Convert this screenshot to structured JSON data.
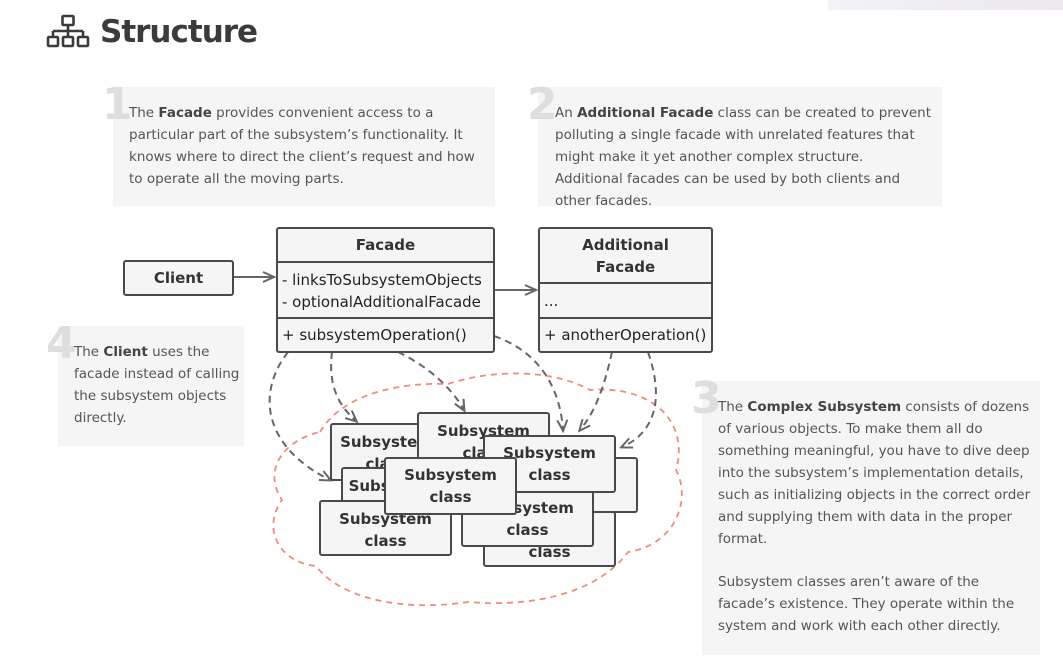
{
  "page": {
    "heading": "Structure"
  },
  "notes": [
    {
      "number": "1",
      "before": "The ",
      "bold": "Facade",
      "after": " provides convenient access to a particular part of the subsystem’s functionality. It knows where to direct the client’s request and how to operate all the moving parts."
    },
    {
      "number": "2",
      "before": "An ",
      "bold": "Additional Facade",
      "after": " class can be created to prevent polluting a single facade with unrelated features that might make it yet another complex structure. Additional facades can be used by both clients and other facades."
    },
    {
      "number": "3",
      "before": "The ",
      "bold": "Complex Subsystem",
      "after": " consists of dozens of various objects. To make them all do something meaningful, you have to dive deep into the subsystem’s implementation details, such as initializing objects in the correct order and supplying them with data in the proper format.",
      "second_paragraph": "Subsystem classes aren’t aware of the facade’s existence. They operate within the system and work with each other directly."
    },
    {
      "number": "4",
      "before": "The ",
      "bold": "Client",
      "after": " uses the facade instead of calling the subsystem objects directly."
    }
  ],
  "diagram": {
    "client": {
      "title": "Client"
    },
    "facade": {
      "title": "Facade",
      "fields": [
        "- linksToSubsystemObjects",
        "- optionalAdditionalFacade"
      ],
      "methods": [
        "+ subsystemOperation()"
      ]
    },
    "additional_facade": {
      "title_lines": [
        "Additional",
        "Facade"
      ],
      "fields": [
        "..."
      ],
      "methods": [
        "+ anotherOperation()"
      ]
    },
    "subsystem_class": {
      "line1": "Subsystem",
      "line2": "class"
    },
    "colors": {
      "box_fill": "#f5f5f5",
      "box_stroke": "#4a4a4a",
      "arrow": "#666666",
      "cloud": "#f08c7c"
    }
  }
}
